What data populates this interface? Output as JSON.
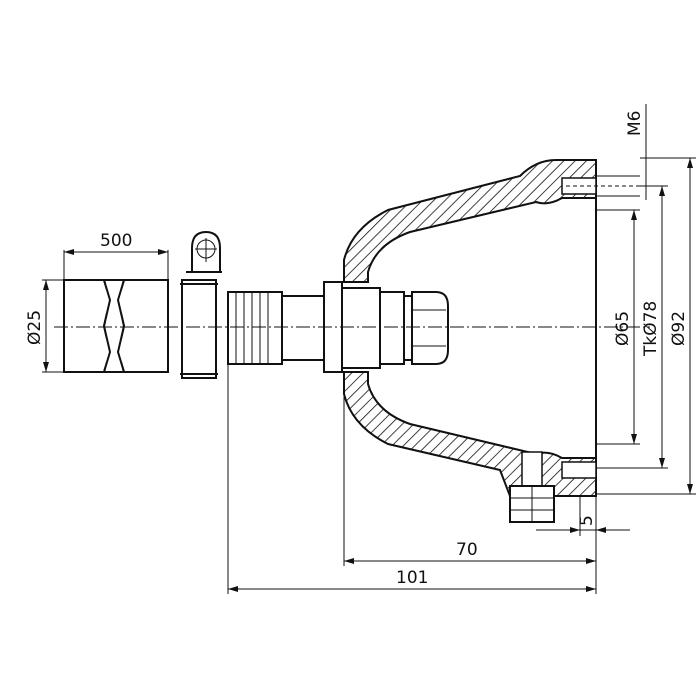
{
  "dimensions": {
    "pipe_length": "500",
    "pipe_diameter": "Ø25",
    "inner_diameter": "Ø65",
    "bolt_circle": "TkØ78",
    "outer_diameter": "Ø92",
    "thread": "M6",
    "flange_thickness": "5",
    "housing_length": "70",
    "total_length": "101"
  }
}
